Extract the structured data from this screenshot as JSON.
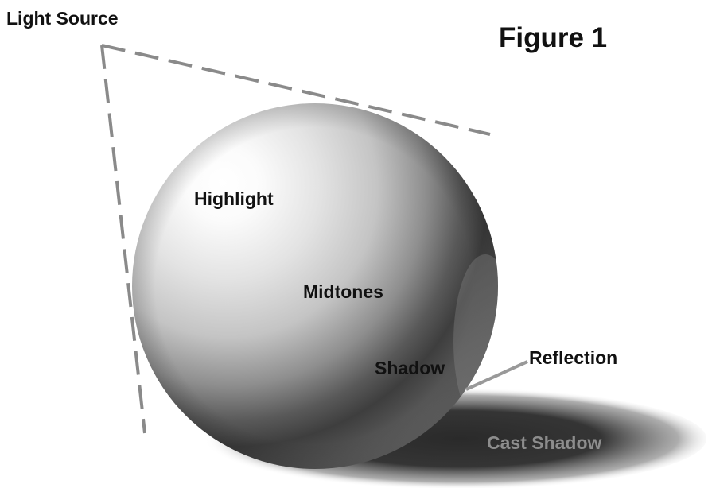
{
  "figure_title": "Figure 1",
  "labels": {
    "light_source": "Light Source",
    "highlight": "Highlight",
    "midtones": "Midtones",
    "shadow": "Shadow",
    "reflection": "Reflection",
    "cast_shadow": "Cast Shadow"
  },
  "colors": {
    "sphere_highlight": "#ffffff",
    "sphere_midtone": "#c4c4c4",
    "sphere_shadow": "#3e3e3e",
    "cast_shadow": "#2e2e2e",
    "dashed_lines": "#8a8a8a",
    "reflection_line": "#999999",
    "label_text": "#111111",
    "cast_shadow_text": "#8d8d8d"
  }
}
